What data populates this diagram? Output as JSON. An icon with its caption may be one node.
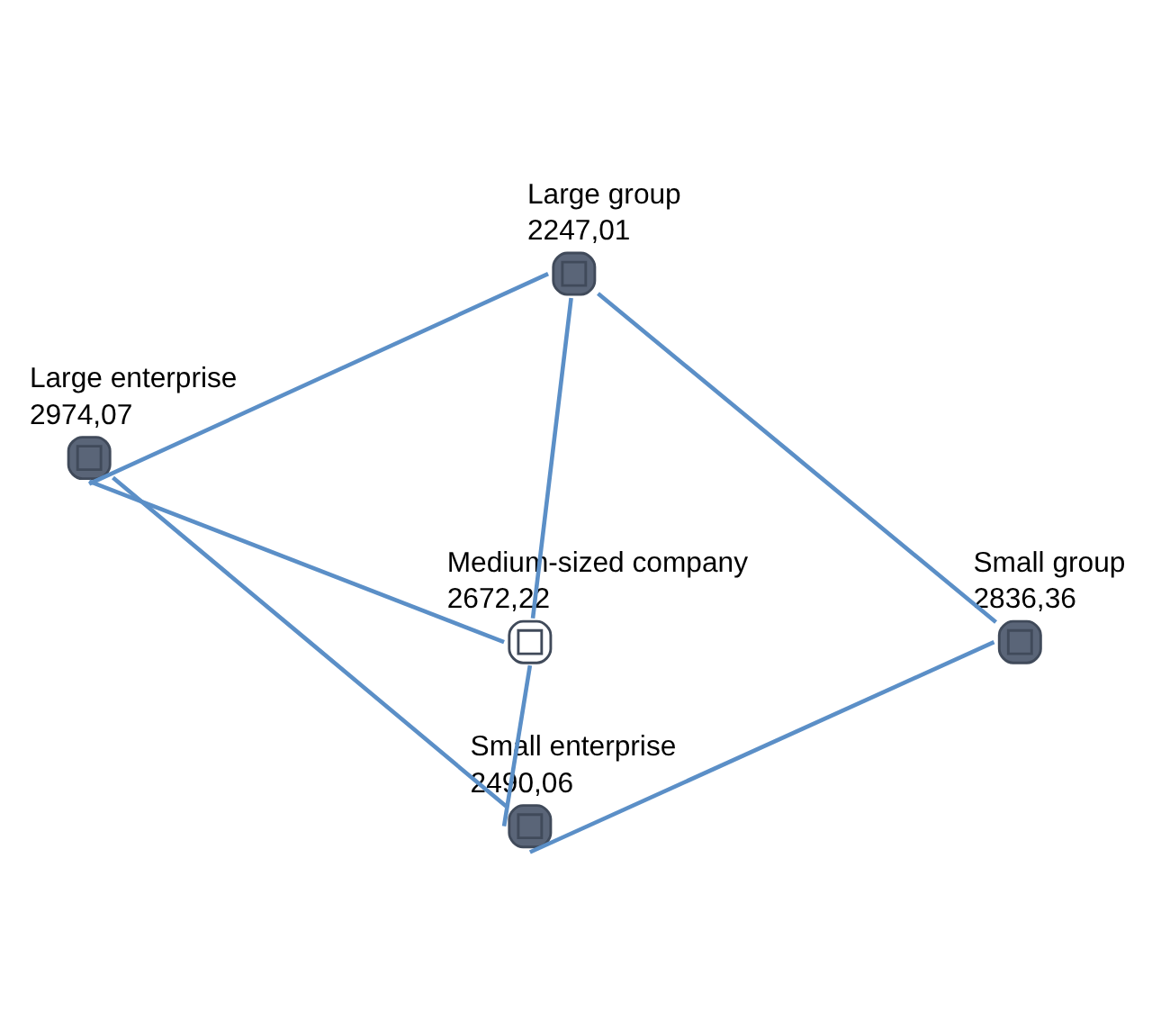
{
  "diagram": {
    "nodes": [
      {
        "text": [
          "Large group",
          "2247,01"
        ]
      },
      {
        "text": [
          "Large enterprise",
          "2974,07"
        ]
      },
      {
        "text": [
          "Small group",
          "2836,36"
        ]
      },
      {
        "text": [
          "Medium-sized company",
          "2672,22"
        ]
      },
      {
        "text": [
          "Small enterprise",
          "2490,06"
        ]
      }
    ],
    "edges": [
      {
        "from": 1,
        "to": 0,
        "arrow": "none"
      },
      {
        "from": 0,
        "to": 2,
        "arrow": "none"
      },
      {
        "from": 0,
        "to": 3,
        "arrow": "none"
      },
      {
        "from": 1,
        "to": 3,
        "arrow": "none"
      },
      {
        "from": 1,
        "to": 4,
        "arrow": "none"
      },
      {
        "from": 3,
        "to": 4,
        "arrow": "none"
      },
      {
        "from": 2,
        "to": 4,
        "arrow": "none"
      }
    ]
  }
}
